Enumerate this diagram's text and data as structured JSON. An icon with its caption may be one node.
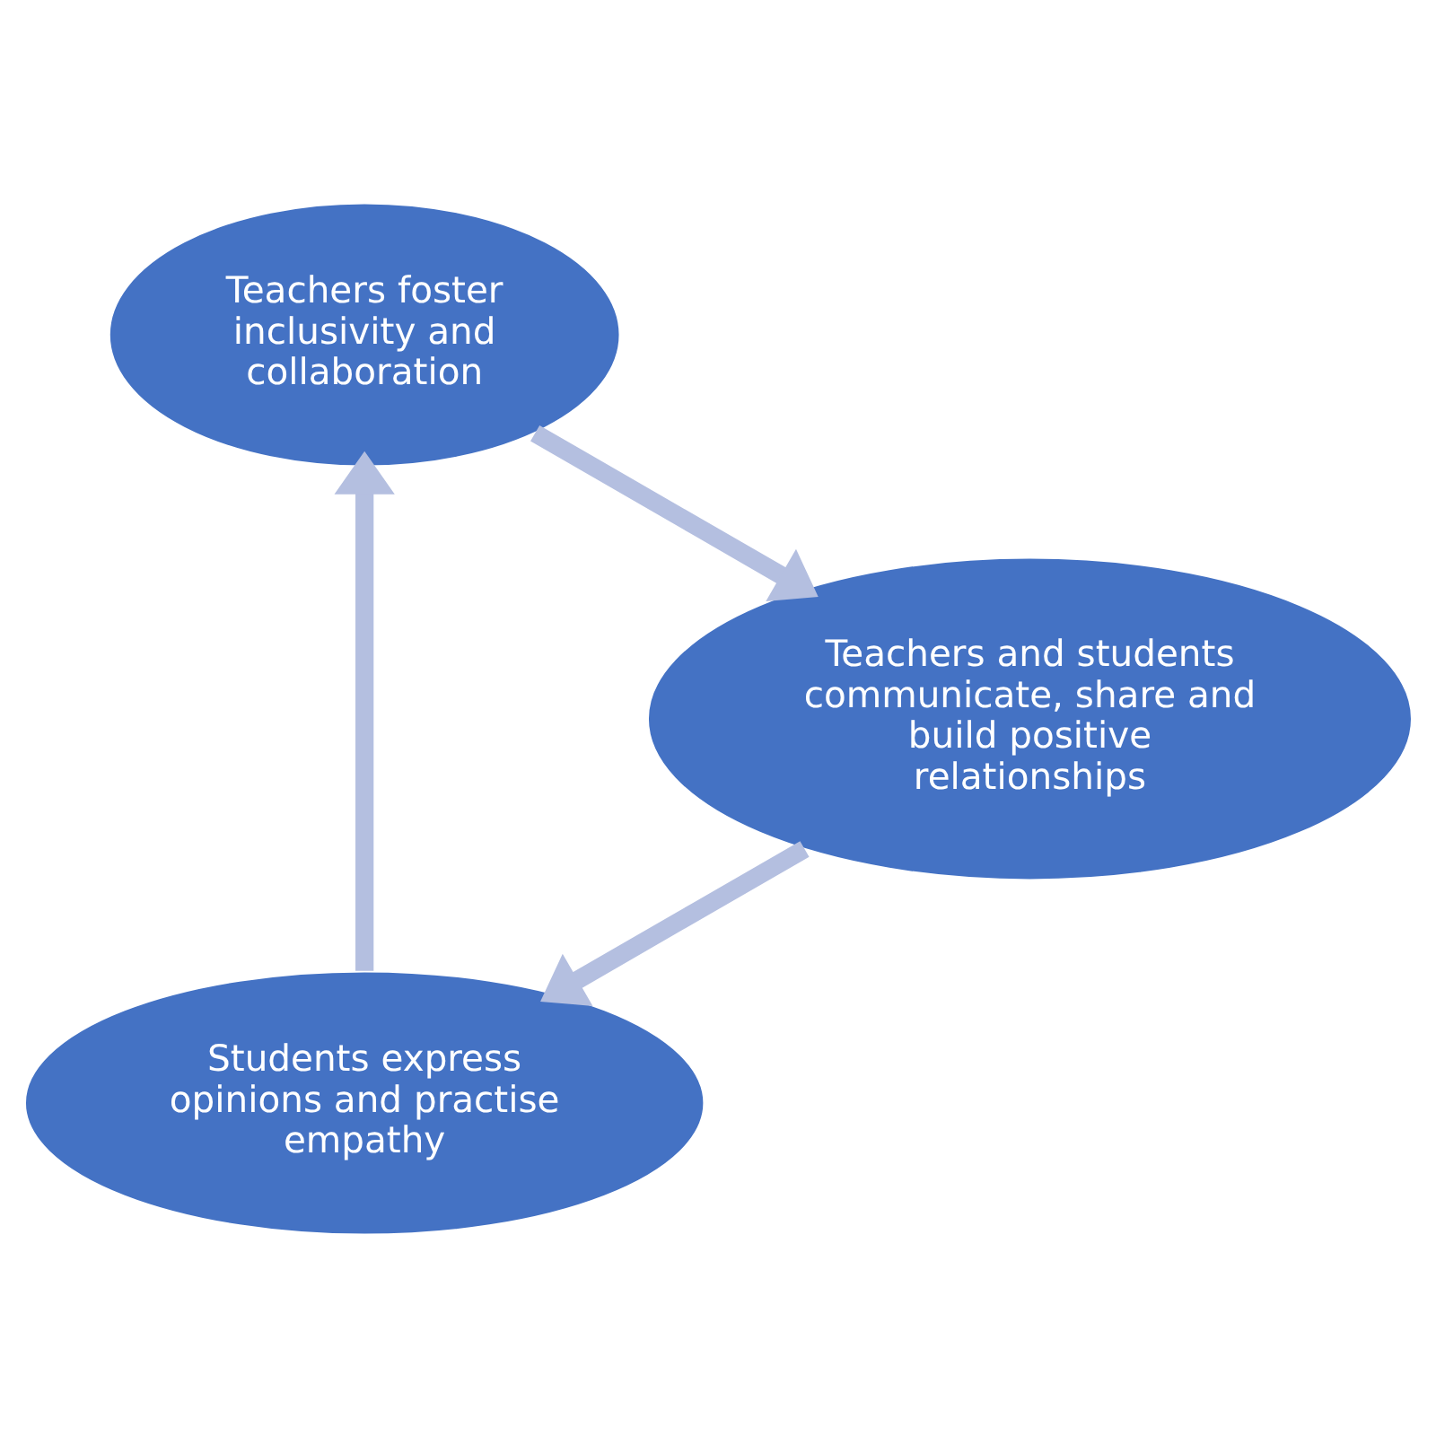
{
  "diagram": {
    "nodes": [
      {
        "text": [
          "Students express opinions and practise empathy"
        ]
      },
      {
        "text": [
          "Teachers foster inclusivity and collaboration"
        ]
      },
      {
        "text": [
          "Teachers and students communicate, share and build positive relationships"
        ]
      }
    ],
    "edges": [
      {
        "from": 0,
        "to": 1,
        "arrow": "to"
      },
      {
        "from": 1,
        "to": 2,
        "arrow": "to"
      },
      {
        "from": 2,
        "to": 0,
        "arrow": "to"
      }
    ]
  }
}
